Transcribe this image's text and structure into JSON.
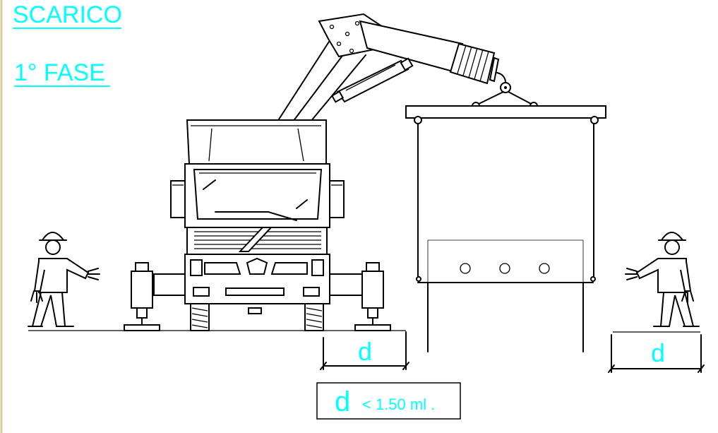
{
  "headings": {
    "title": "SCARICO",
    "phase": "1° FASE"
  },
  "dimensions": {
    "left_label": "d",
    "right_label": "d",
    "note_symbol": "d",
    "note_text": "< 1.50 ml ."
  },
  "colors": {
    "annotation": "#00ffff",
    "line": "#000000",
    "frame": "#d9c89a"
  },
  "icons": [
    "worker-left-icon",
    "worker-right-icon",
    "truck-icon",
    "crane-boom-icon",
    "load-panel-icon"
  ]
}
